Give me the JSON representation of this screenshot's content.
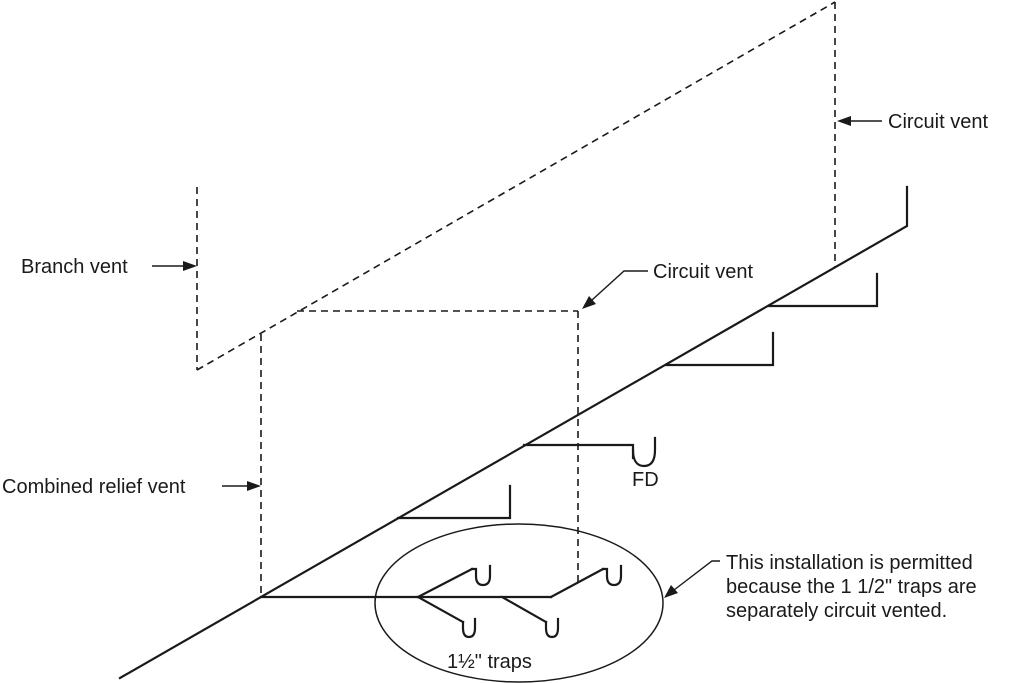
{
  "labels": {
    "circuit_vent_top": "Circuit vent",
    "circuit_vent_mid": "Circuit vent",
    "branch_vent": "Branch vent",
    "combined_relief_vent": "Combined relief vent",
    "floor_drain": "FD",
    "traps": "1½\" traps",
    "note_line1": "This installation is permitted",
    "note_line2": "because the 1 1/2\" traps are",
    "note_line3": "separately circuit vented."
  }
}
